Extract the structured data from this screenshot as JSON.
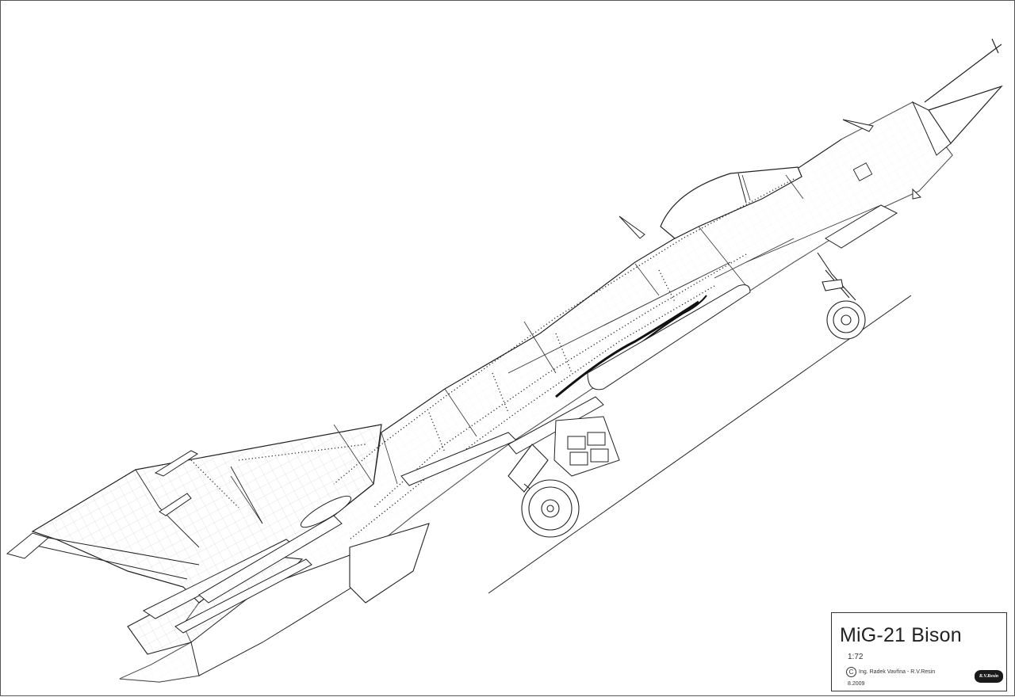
{
  "drawing": {
    "title": "MiG-21 Bison",
    "scale": "1:72",
    "copyright_symbol": "C",
    "author": "Ing. Radek Vavřina - R.V.Resin",
    "date": "8.2009",
    "logo_text": "R.V.Resin",
    "line_color": "#222222"
  }
}
